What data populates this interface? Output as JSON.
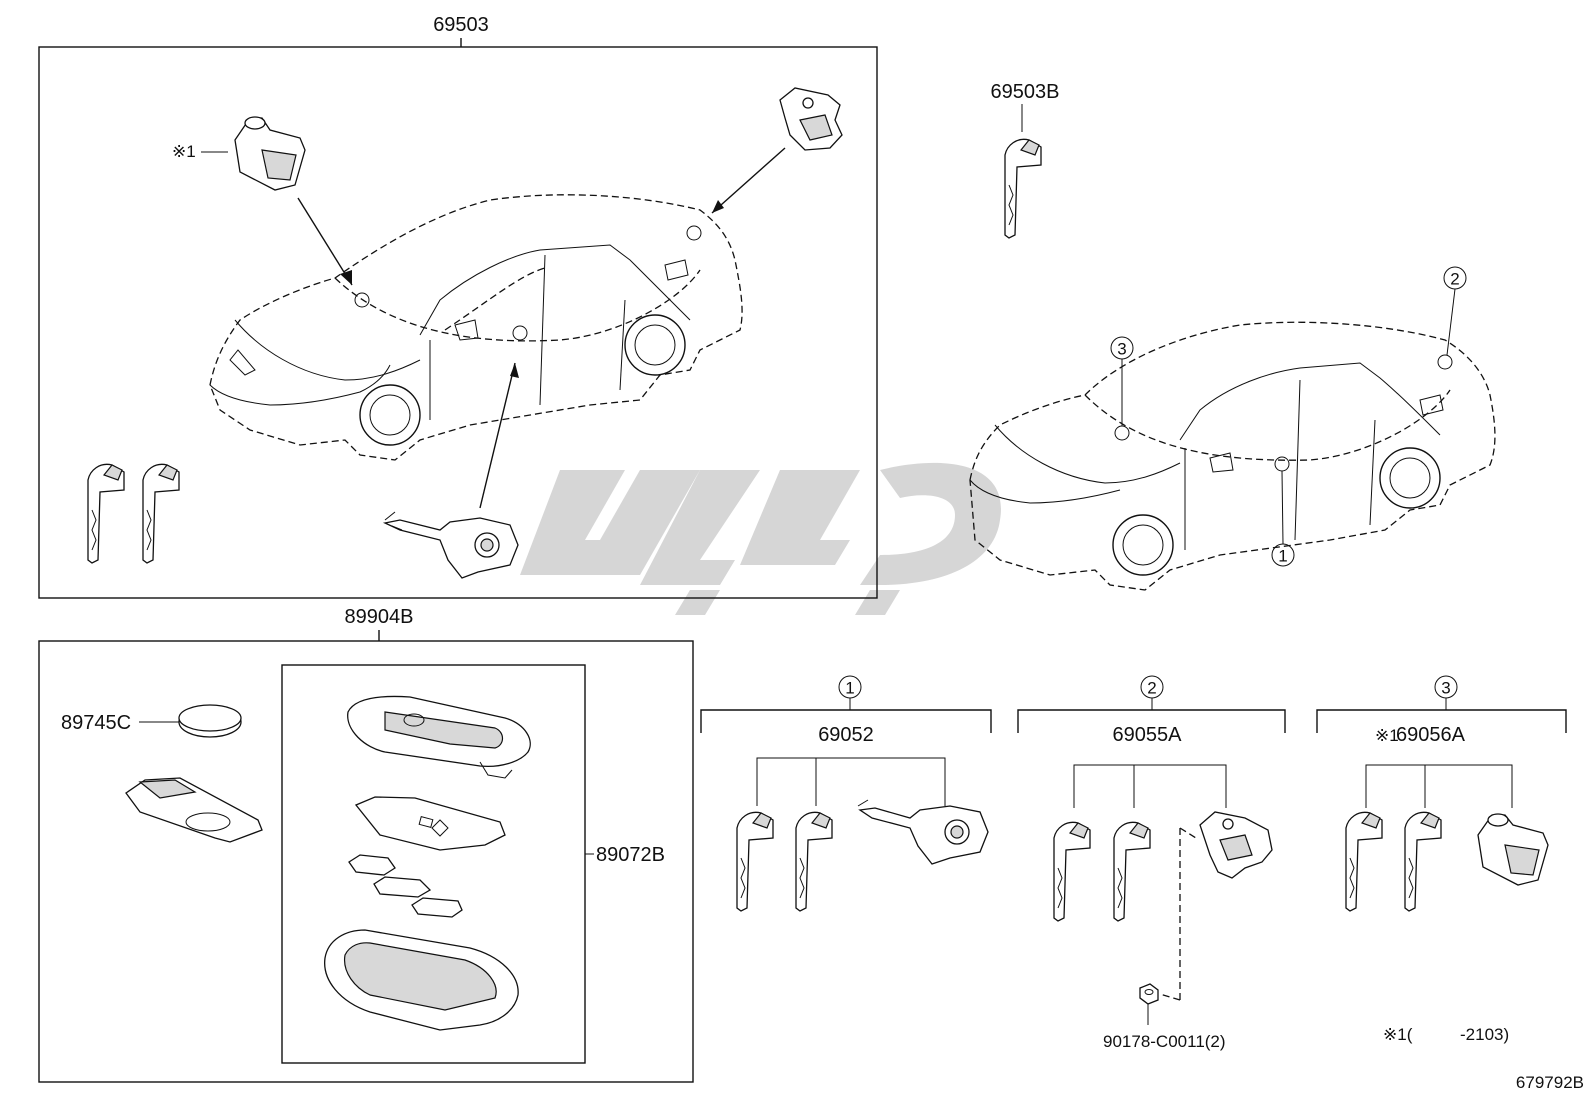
{
  "labels": {
    "assembly_lock_set": "69503",
    "key_blank": "69503B",
    "transmitter_assembly": "89904B",
    "battery": "89745C",
    "transmitter_housing": "89072B",
    "door_cylinder_set": "69052",
    "luggage_cylinder_set": "69055A",
    "ignition_cylinder_set": "69056A",
    "nut": "90178-C0011(2)",
    "note_mark_parts": "※1",
    "note_mark_69056a": "※1",
    "footnote_mark": "※1(",
    "footnote_value": "-2103)",
    "diagram_id": "679792B"
  },
  "callouts": [
    "1",
    "2",
    "3"
  ]
}
